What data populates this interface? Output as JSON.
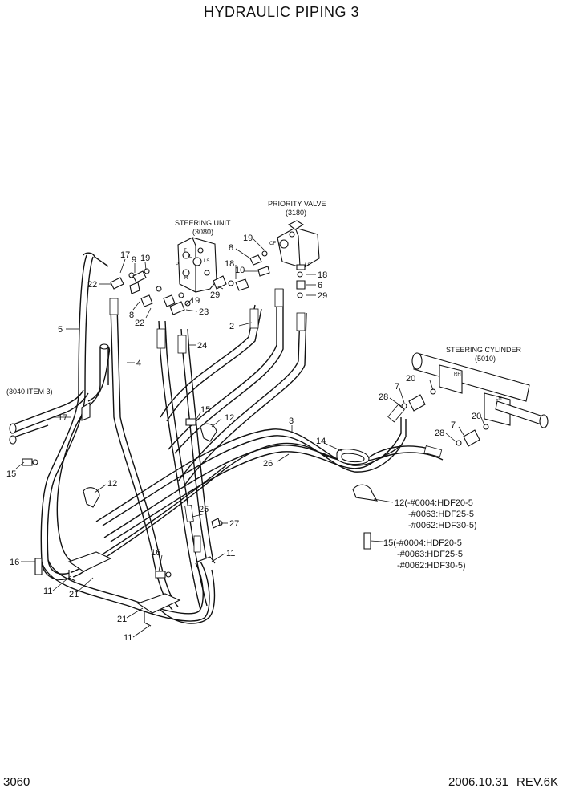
{
  "title": "HYDRAULIC PIPING 3",
  "page_number": "3060",
  "date": "2006.10.31",
  "revision": "REV.6K",
  "assemblies": {
    "steering_unit": {
      "name": "STEERING UNIT",
      "ref": "(3080)"
    },
    "priority_valve": {
      "name": "PRIORITY VALVE",
      "ref": "(3180)"
    },
    "steering_cylinder": {
      "name": "STEERING CYLINDER",
      "ref": "(5010)"
    },
    "item3040": "(3040 ITEM 3)"
  },
  "port_labels": {
    "p": "P",
    "t": "T",
    "l": "L",
    "r": "R",
    "ls": "LS",
    "cf": "CF",
    "ls2": "LS",
    "rh": "RH",
    "lh": "LH"
  },
  "callouts": {
    "c17a": "17",
    "c9": "9",
    "c19a": "19",
    "c22a": "22",
    "c8a": "8",
    "c22b": "22",
    "c19b": "19",
    "c23": "23",
    "c8b": "8",
    "c19c": "19",
    "c18a": "18",
    "c10": "10",
    "c29a": "29",
    "c18b": "18",
    "c6": "6",
    "c29b": "29",
    "c2": "2",
    "c5": "5",
    "c4": "4",
    "c24": "24",
    "c17b": "17",
    "c15a": "15",
    "c12a": "12",
    "c3": "3",
    "c14": "14",
    "c26": "26",
    "c15b": "15",
    "c12b": "12",
    "c20a": "20",
    "c7a": "7",
    "c28a": "28",
    "c20b": "20",
    "c7b": "7",
    "c28b": "28",
    "c25": "25",
    "c27": "27",
    "c16a": "16",
    "c16b": "16",
    "c11a": "11",
    "c21a": "21",
    "c11b": "11",
    "c21b": "21",
    "c11c": "11"
  },
  "notes": {
    "n12": [
      "12(-#0004:HDF20-5",
      "-#0063:HDF25-5",
      "-#0062:HDF30-5)"
    ],
    "n15": [
      "15(-#0004:HDF20-5",
      "-#0063:HDF25-5",
      "-#0062:HDF30-5)"
    ]
  }
}
